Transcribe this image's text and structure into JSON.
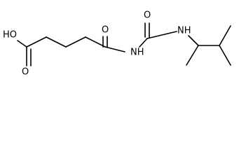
{
  "molecule": {
    "atom_labels": {
      "ho": "HO",
      "o_acid_carbonyl": "O",
      "o_amide_carbonyl": "O",
      "nh_imide": "NH",
      "o_urea_carbonyl": "O",
      "nh_amine": "NH"
    },
    "bond_color": "#000000",
    "background_color": "#ffffff"
  }
}
